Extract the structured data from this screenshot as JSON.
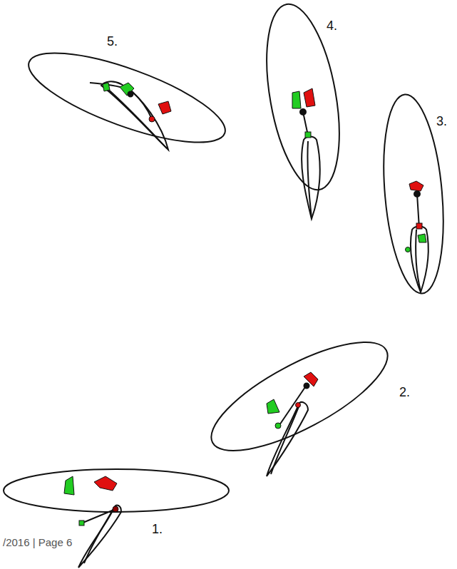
{
  "diagram": {
    "labels": [
      "1.",
      "2.",
      "3.",
      "4.",
      "5.",
      "/2016 | Page 6"
    ]
  }
}
